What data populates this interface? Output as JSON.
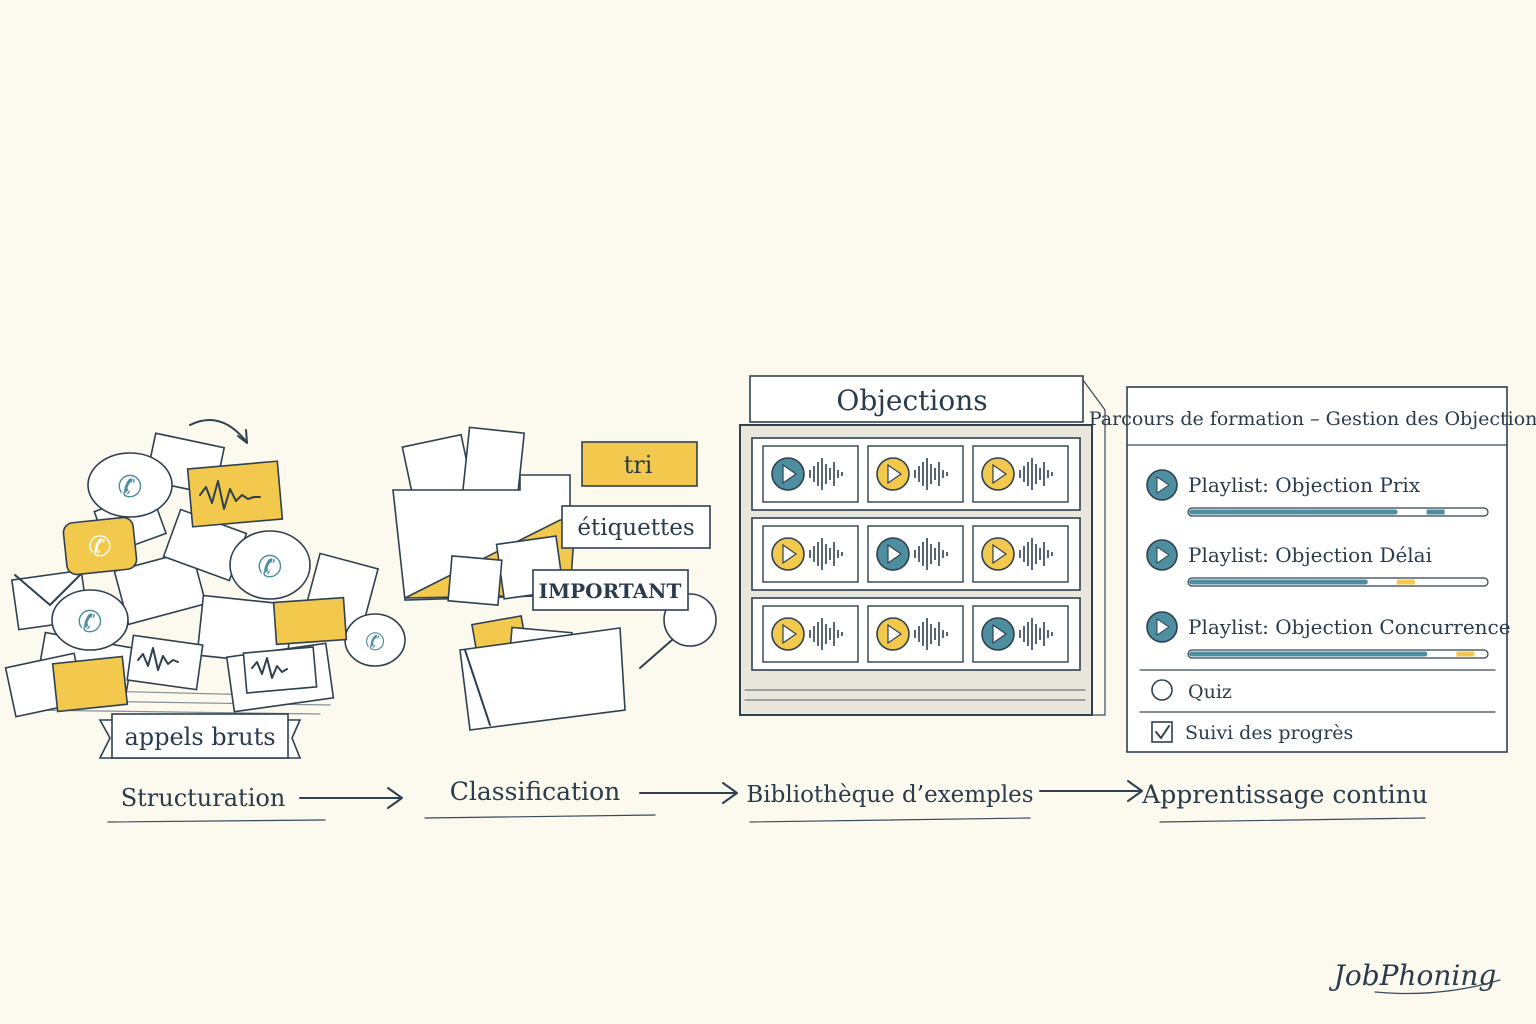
{
  "stages": [
    {
      "id": "structuration",
      "label": "Structuration"
    },
    {
      "id": "classification",
      "label": "Classification"
    },
    {
      "id": "bibliotheque",
      "label": "Bibliothèque d’exemples"
    },
    {
      "id": "apprentissage",
      "label": "Apprentissage continu"
    }
  ],
  "pile": {
    "banner": "appels bruts"
  },
  "tags": {
    "tri": "tri",
    "etiquettes": "étiquettes",
    "important": "IMPORTANT"
  },
  "shelf": {
    "title": "Objections",
    "rows": [
      [
        "teal",
        "yellow",
        "yellow"
      ],
      [
        "yellow",
        "teal",
        "yellow"
      ],
      [
        "yellow",
        "yellow",
        "teal"
      ]
    ]
  },
  "training": {
    "title": "Parcours de formation – Gestion des Objections",
    "playlists": [
      {
        "label": "Playlist: Objection Prix",
        "progress": 0.7
      },
      {
        "label": "Playlist: Objection Délai",
        "progress": 0.6
      },
      {
        "label": "Playlist: Objection Concurrence",
        "progress": 0.8
      }
    ],
    "quiz": "Quiz",
    "suivi": "Suivi des progrès"
  },
  "brand": "JobPhoning",
  "colors": {
    "teal": "#4d8fa0",
    "yellow": "#f2c94c",
    "ink": "#2f4050",
    "paper": "#fcf9ef"
  }
}
